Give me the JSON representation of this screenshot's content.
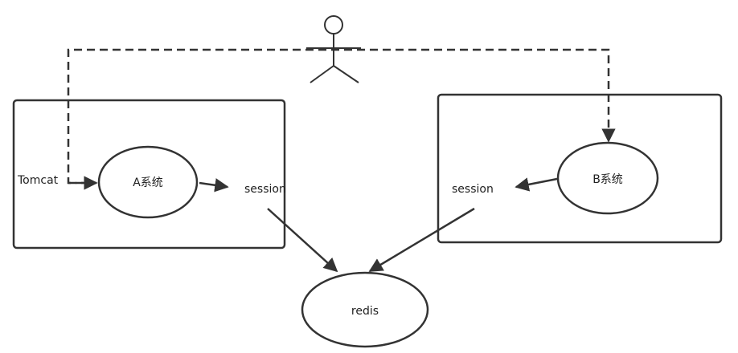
{
  "labels": {
    "tomcat": "Tomcat",
    "system_a": "A系统",
    "session_a": "session",
    "system_b": "B系统",
    "session_b": "session",
    "redis": "redis"
  },
  "colors": {
    "stroke": "#333333",
    "text": "#222222",
    "background": "#ffffff"
  }
}
